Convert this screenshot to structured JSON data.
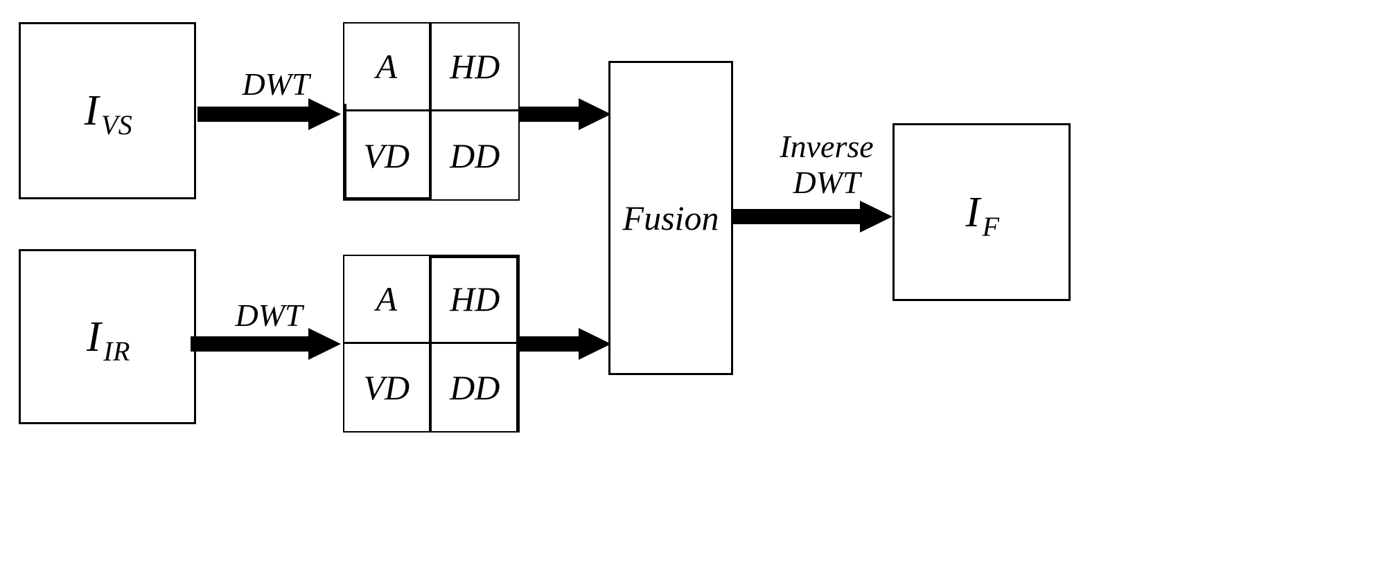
{
  "diagram": {
    "title": "DWT-based image fusion block diagram",
    "accent_color": "#000000",
    "background_color": "#ffffff"
  },
  "inputs": [
    {
      "id": "visible-source",
      "symbol": "I",
      "subscript": "VS",
      "transform_label": "DWT"
    },
    {
      "id": "infrared-source",
      "symbol": "I",
      "subscript": "IR",
      "transform_label": "DWT"
    }
  ],
  "subbands": {
    "top": {
      "id": "visible-subbands",
      "cells": [
        "A",
        "HD",
        "VD",
        "DD"
      ]
    },
    "bottom": {
      "id": "infrared-subbands",
      "cells": [
        "A",
        "HD",
        "VD",
        "DD"
      ]
    }
  },
  "fusion": {
    "id": "fusion-stage",
    "label": "Fusion"
  },
  "inverse": {
    "id": "inverse-transform",
    "line1": "Inverse",
    "line2": "DWT"
  },
  "output": {
    "id": "fused-image",
    "symbol": "I",
    "subscript": "F"
  }
}
